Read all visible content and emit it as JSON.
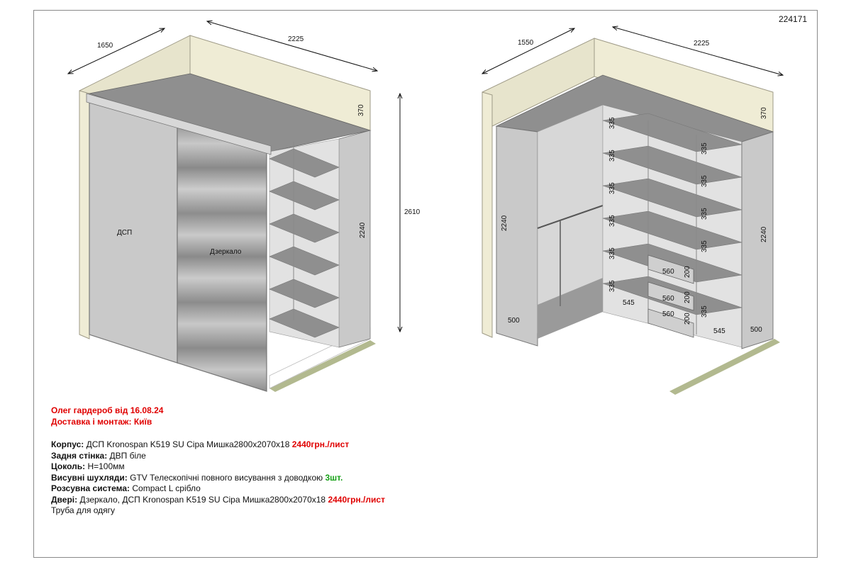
{
  "order_number": "224171",
  "left_view": {
    "width_dim": "2225",
    "depth_dim": "1650",
    "height_total": "2610",
    "height_side": "2240",
    "top_dim": "370",
    "panel_label": "ДСП",
    "mirror_label": "Дзеркало"
  },
  "right_view": {
    "width_dim": "2225",
    "depth_dim": "1550",
    "height_left": "2240",
    "height_right": "2240",
    "top_dim": "370",
    "shelf_dims": [
      "335",
      "335",
      "335",
      "335",
      "335",
      "335"
    ],
    "shelf_dims_right": [
      "335",
      "335",
      "335",
      "335",
      "335"
    ],
    "drawer_width": "560",
    "drawer_height": "200",
    "base_left": "500",
    "base_right": "500",
    "bottom_shelf": "545"
  },
  "notes": {
    "title": "Олег гардероб від 16.08.24",
    "delivery": "Доставка і монтаж: Київ",
    "rows": [
      {
        "key": "Корпус:",
        "text": " ДСП Kronospan K519 SU Сіра Мишка2800х2070х18 ",
        "price": "2440грн./лист"
      },
      {
        "key": "Задня стінка:",
        "text": "  ДВП біле",
        "price": ""
      },
      {
        "key": "Цоколь:",
        "text": " H=100мм",
        "price": ""
      },
      {
        "key": "Висувні шухляди:",
        "text": " GTV Телескопічні повного висування з доводкою ",
        "qty": "3шт."
      },
      {
        "key": "Розсувна система:",
        "text": " Compact L срібло",
        "price": ""
      },
      {
        "key": "Двері:",
        "text": " Дзеркало, ДСП Kronospan K519 SU Сіра Мишка2800х2070х18 ",
        "price": "2440грн./лист"
      }
    ],
    "last_line": "Труба для одягу"
  },
  "colors": {
    "wall": "#efecd5",
    "panel": "#c9c9c9",
    "panel_dark": "#9a9a9a",
    "shelf": "#8f8f8f",
    "floor_stripe": "#b2b98f",
    "price_red": "#e00000",
    "qty_green": "#15a015"
  }
}
